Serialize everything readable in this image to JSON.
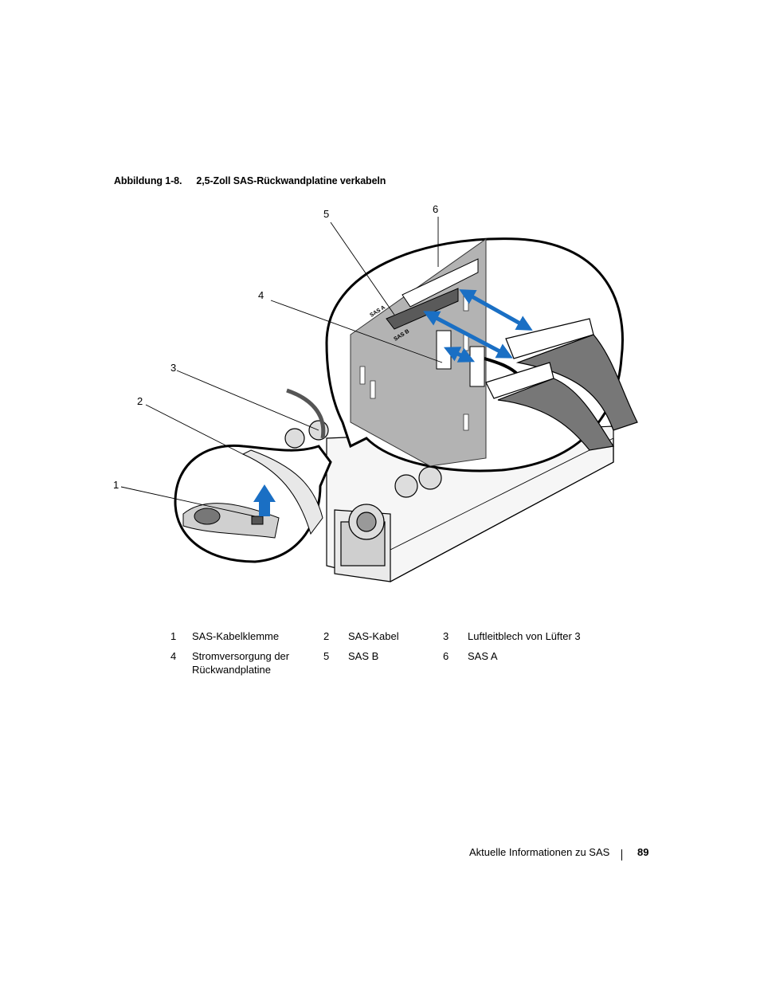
{
  "caption": {
    "label": "Abbildung 1-8.",
    "title": "2,5-Zoll SAS-Rückwandplatine verkabeln"
  },
  "figure": {
    "callouts": [
      "1",
      "2",
      "3",
      "4",
      "5",
      "6"
    ],
    "board_labels": [
      "SAS A",
      "SAS B"
    ],
    "colors": {
      "arrow": "#1a6fc4",
      "board": "#b3b3b3",
      "line": "#000000"
    }
  },
  "legend": [
    {
      "num": "1",
      "text": "SAS-Kabelklemme"
    },
    {
      "num": "2",
      "text": "SAS-Kabel"
    },
    {
      "num": "3",
      "text": "Luftleitblech von Lüfter 3"
    },
    {
      "num": "4",
      "text": "Stromversorgung der Rückwandplatine"
    },
    {
      "num": "5",
      "text": "SAS B"
    },
    {
      "num": "6",
      "text": "SAS A"
    }
  ],
  "footer": {
    "section": "Aktuelle Informationen zu SAS",
    "page": "89"
  }
}
